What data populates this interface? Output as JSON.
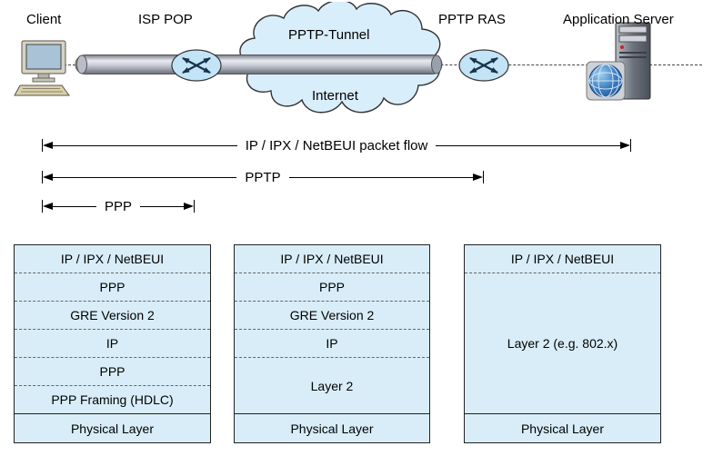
{
  "diagram": {
    "nodes": {
      "client": "Client",
      "isp_pop": "ISP POP",
      "tunnel": "PPTP-Tunnel",
      "internet": "Internet",
      "pptp_ras": "PPTP RAS",
      "app_server": "Application Server"
    },
    "flows": {
      "packet_flow": "IP / IPX / NetBEUI packet flow",
      "pptp": "PPTP",
      "ppp": "PPP"
    },
    "stacks": [
      {
        "id": "client-stack",
        "rows": [
          "IP / IPX / NetBEUI",
          "PPP",
          "GRE Version 2",
          "IP",
          "PPP",
          "PPP Framing (HDLC)",
          "Physical Layer"
        ]
      },
      {
        "id": "isp-pop-stack",
        "rows": [
          "IP / IPX / NetBEUI",
          "PPP",
          "GRE Version 2",
          "IP",
          "Layer 2",
          "Physical Layer"
        ]
      },
      {
        "id": "app-server-stack",
        "rows": [
          "IP / IPX / NetBEUI",
          "Layer 2 (e.g. 802.x)",
          "Physical Layer"
        ]
      }
    ],
    "colors": {
      "layer_fill": "#d8edf8",
      "cloud_fill": "#d9eefb",
      "router_fill": "#c2e4f6",
      "tube_gray": "#9aa0ac"
    }
  }
}
